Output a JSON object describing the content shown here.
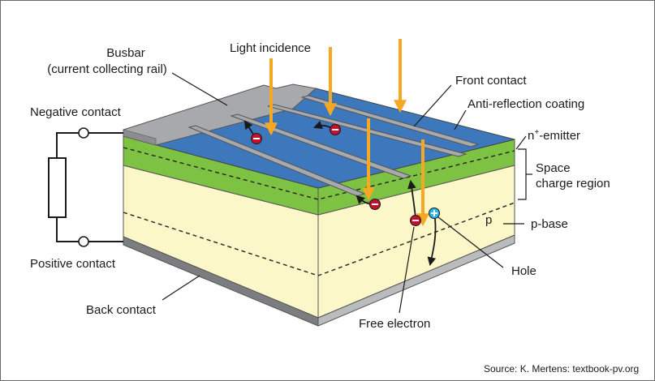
{
  "labels": {
    "busbar_line1": "Busbar",
    "busbar_line2": "(current collecting rail)",
    "light_incidence": "Light incidence",
    "front_contact": "Front contact",
    "anti_reflection": "Anti-reflection coating",
    "emitter_prefix": "n",
    "emitter_sup": "+",
    "emitter_suffix": "-emitter",
    "space_charge_line1": "Space",
    "space_charge_line2": "charge region",
    "p_region": "p",
    "p_base": "p-base",
    "negative_contact": "Negative contact",
    "positive_contact": "Positive contact",
    "back_contact": "Back contact",
    "hole": "Hole",
    "free_electron": "Free electron",
    "source": "Source: K. Mertens: textbook-pv.org"
  },
  "charge_signs": {
    "electron": "−",
    "hole": "+"
  },
  "colors": {
    "blue_coating": "#3d77bc",
    "green_emitter": "#7dc242",
    "cream_base": "#fbf7c8",
    "grey_contact": "#a7a9ac",
    "arrow_orange": "#f6a823",
    "electron_red": "#c8102e",
    "hole_cyan": "#29b6e8"
  }
}
